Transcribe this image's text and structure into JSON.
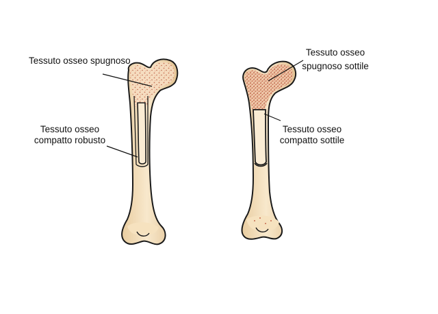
{
  "colors": {
    "background": "#ffffff",
    "bone_fill": "#f3dcb6",
    "bone_fill_light": "#f8e8cc",
    "bone_shadow": "#d9b98a",
    "spongy_dots": "#c76a4e",
    "medullary_canal": "#f7e6c8",
    "outline": "#1a1a1a",
    "leader_line": "#111111"
  },
  "left_bone": {
    "label_spongy": "Tessuto osseo spugnoso",
    "label_compact_line1": "Tessuto osseo",
    "label_compact_line2": "compatto robusto"
  },
  "right_bone": {
    "label_spongy_line1": "Tessuto osseo",
    "label_spongy_line2": "spugnoso sottile",
    "label_compact_line1": "Tessuto osseo",
    "label_compact_line2": "compatto sottile"
  }
}
